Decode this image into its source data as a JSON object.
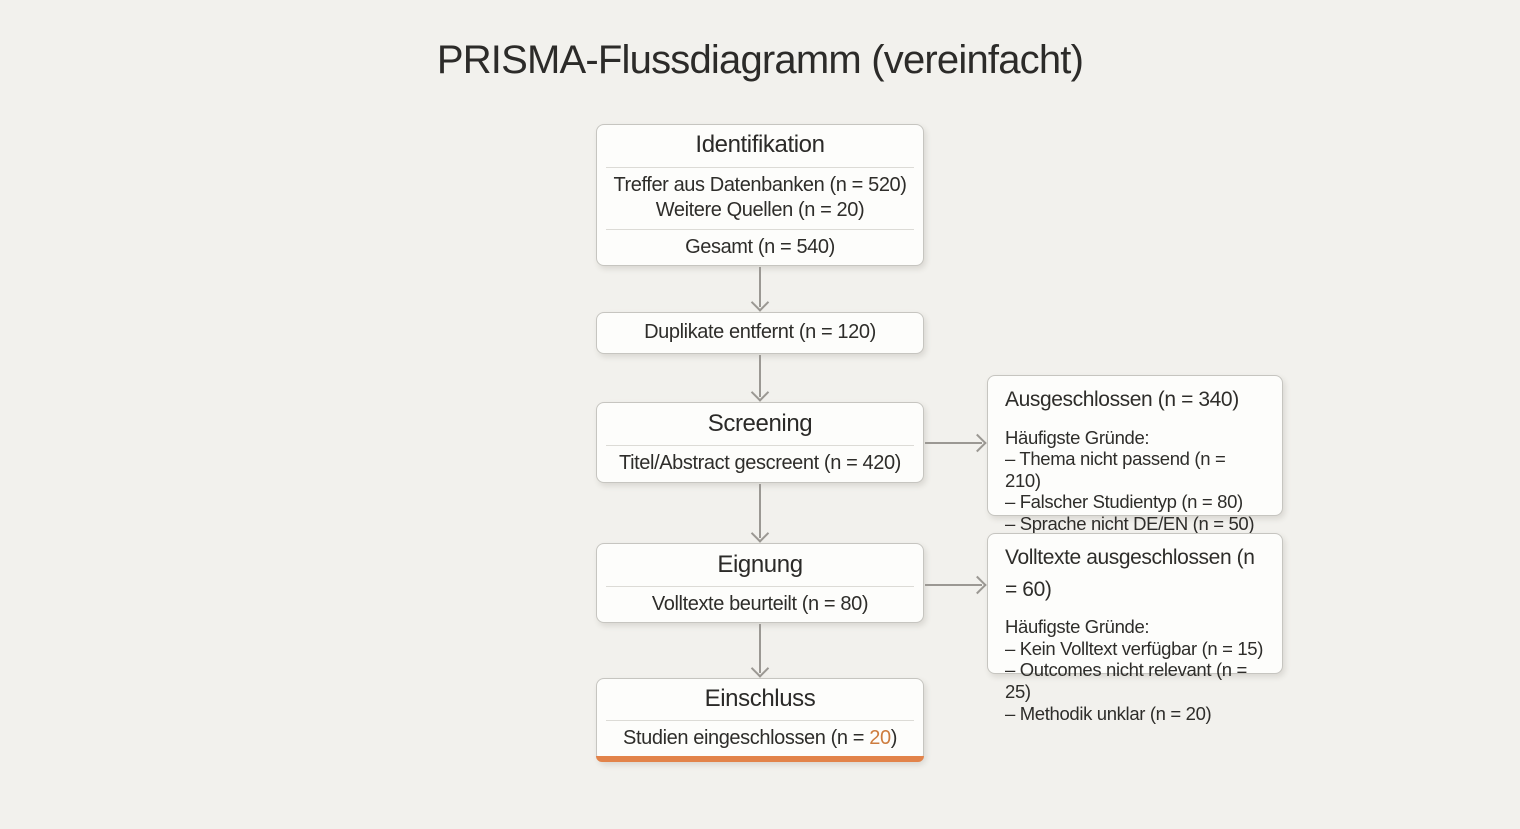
{
  "title": "PRISMA-Flussdiagramm (vereinfacht)",
  "colors": {
    "background": "#f2f1ed",
    "box_background": "#fdfdfb",
    "box_border": "#c6c5c0",
    "divider": "#dcdbd6",
    "arrow": "#9b9893",
    "text": "#2e2d2a",
    "accent_orange_text": "#cd7c3e",
    "accent_orange_bar": "#e2834a"
  },
  "boxes": {
    "identification": {
      "header": "Identifikation",
      "lines": [
        "Treffer aus Datenbanken (n = 520)",
        "Weitere Quellen (n = 20)"
      ],
      "total": "Gesamt (n = 540)"
    },
    "duplicates": {
      "label": "Duplikate entfernt (n = 120)"
    },
    "screening": {
      "header": "Screening",
      "body": "Titel/Abstract gescreent (n = 420)"
    },
    "excluded_screening": {
      "header": "Ausgeschlossen (n = 340)",
      "reasons_title": "Häufigste Gründe:",
      "reasons": [
        "– Thema nicht passend (n = 210)",
        "– Falscher Studientyp (n = 80)",
        "– Sprache nicht DE/EN (n = 50)"
      ]
    },
    "eligibility": {
      "header": "Eignung",
      "body": "Volltexte beurteilt (n = 80)"
    },
    "excluded_fulltext": {
      "header": "Volltexte ausgeschlossen (n = 60)",
      "reasons_title": "Häufigste Gründe:",
      "reasons": [
        "– Kein Volltext verfügbar (n = 15)",
        "– Outcomes nicht relevant (n = 25)",
        "– Methodik unklar (n = 20)"
      ]
    },
    "included": {
      "header": "Einschluss",
      "body_prefix": "Studien eingeschlossen (n = ",
      "body_value": "20",
      "body_suffix": ")"
    }
  }
}
